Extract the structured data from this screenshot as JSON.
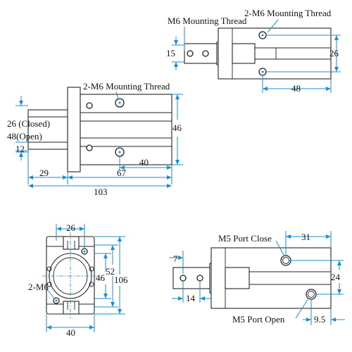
{
  "top_right_view": {
    "label_m6": "M6 Mounting Thread",
    "label_2m6": "2-M6 Mounting Thread",
    "dim_15": "15",
    "dim_26": "26",
    "dim_48": "48"
  },
  "side_view": {
    "label_2m6": "2-M6 Mounting Thread",
    "dim_closed": "26 (Closed)",
    "dim_open": "48(Open)",
    "dim_12": "12",
    "dim_46": "46",
    "dim_40": "40",
    "dim_29": "29",
    "dim_67": "67",
    "dim_103": "103"
  },
  "end_view": {
    "dim_26": "26",
    "dim_46": "46",
    "dim_52": "52",
    "dim_106": "106",
    "label_2m6": "2-M6",
    "dim_40": "40"
  },
  "port_view": {
    "label_close": "M5 Port Close",
    "label_open": "M5 Port Open",
    "dim_31": "31",
    "dim_7": "7",
    "dim_24": "24",
    "dim_14": "14",
    "dim_9_5": "9.5"
  },
  "colors": {
    "dimension": "#1a8fd6",
    "outline": "#222222"
  }
}
